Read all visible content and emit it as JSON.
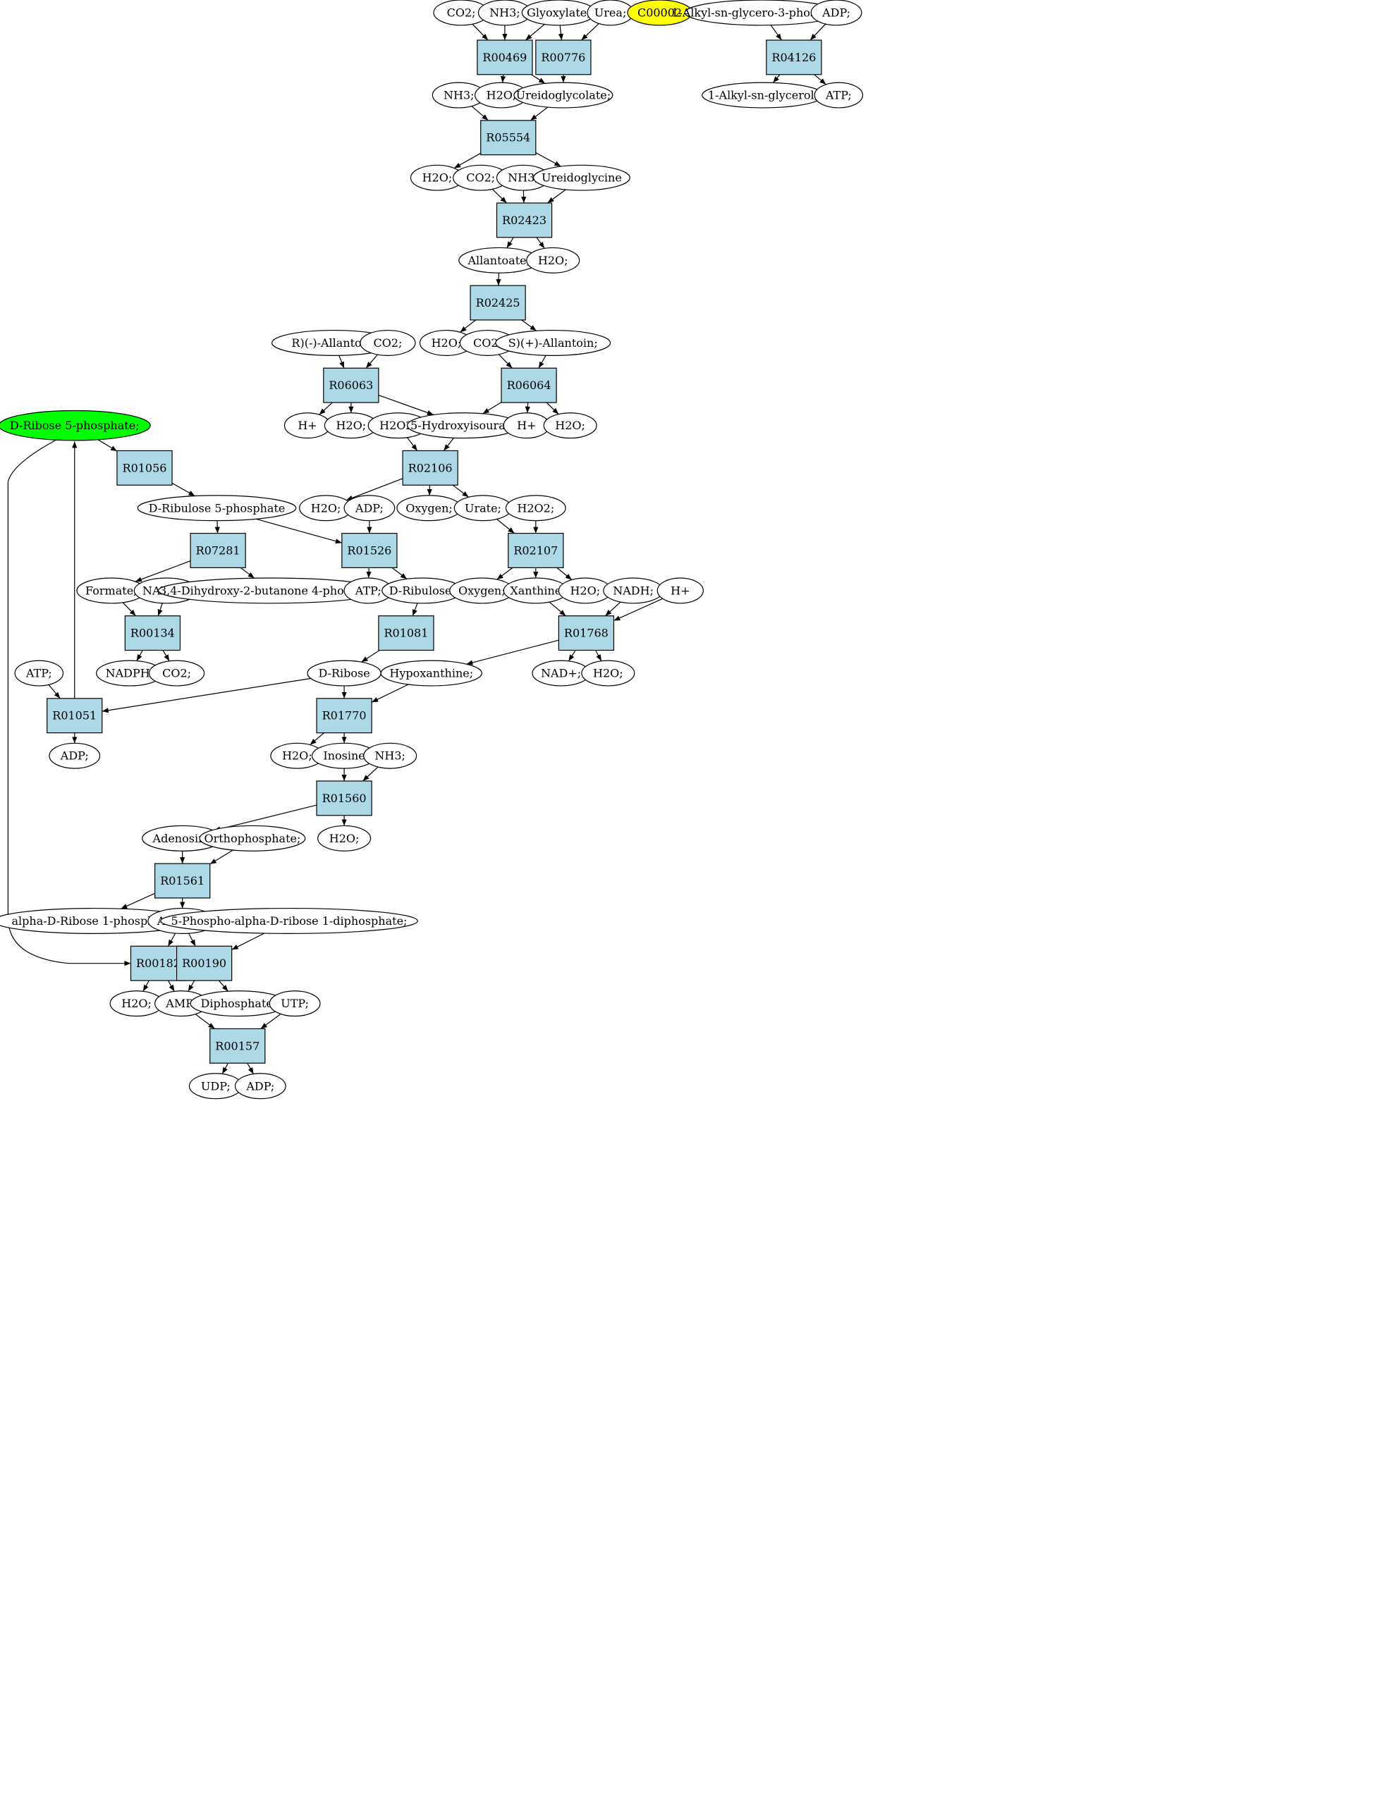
{
  "colors": {
    "reaction_fill": "#add8e6",
    "metabolite_fill": "#ffffff",
    "highlight_start": "#00ff00",
    "highlight_query": "#ffff00",
    "stroke": "#000000"
  },
  "nodes": [
    {
      "id": "r00469",
      "label": "R00469",
      "kind": "reaction"
    },
    {
      "id": "r00776",
      "label": "R00776",
      "kind": "reaction"
    },
    {
      "id": "r04126",
      "label": "R04126",
      "kind": "reaction"
    },
    {
      "id": "r05554",
      "label": "R05554",
      "kind": "reaction"
    },
    {
      "id": "r02423",
      "label": "R02423",
      "kind": "reaction"
    },
    {
      "id": "r02425",
      "label": "R02425",
      "kind": "reaction"
    },
    {
      "id": "r06063",
      "label": "R06063",
      "kind": "reaction"
    },
    {
      "id": "r06064",
      "label": "R06064",
      "kind": "reaction"
    },
    {
      "id": "r01056",
      "label": "R01056",
      "kind": "reaction"
    },
    {
      "id": "r02106",
      "label": "R02106",
      "kind": "reaction"
    },
    {
      "id": "r07281",
      "label": "R07281",
      "kind": "reaction"
    },
    {
      "id": "r01526",
      "label": "R01526",
      "kind": "reaction"
    },
    {
      "id": "r02107",
      "label": "R02107",
      "kind": "reaction"
    },
    {
      "id": "r00134",
      "label": "R00134",
      "kind": "reaction"
    },
    {
      "id": "r01081",
      "label": "R01081",
      "kind": "reaction"
    },
    {
      "id": "r01768",
      "label": "R01768",
      "kind": "reaction"
    },
    {
      "id": "r01051",
      "label": "R01051",
      "kind": "reaction"
    },
    {
      "id": "r01770",
      "label": "R01770",
      "kind": "reaction"
    },
    {
      "id": "r01560",
      "label": "R01560",
      "kind": "reaction"
    },
    {
      "id": "r01561",
      "label": "R01561",
      "kind": "reaction"
    },
    {
      "id": "r00182",
      "label": "R00182",
      "kind": "reaction"
    },
    {
      "id": "r00190",
      "label": "R00190",
      "kind": "reaction"
    },
    {
      "id": "r00157",
      "label": "R00157",
      "kind": "reaction"
    },
    {
      "id": "co2_a",
      "label": "CO2;",
      "kind": "metabolite"
    },
    {
      "id": "nh3_a",
      "label": "NH3;",
      "kind": "metabolite"
    },
    {
      "id": "glyoxylate",
      "label": "Glyoxylate;",
      "kind": "metabolite"
    },
    {
      "id": "urea",
      "label": "Urea;",
      "kind": "metabolite"
    },
    {
      "id": "c00002",
      "label": "C00002",
      "kind": "query"
    },
    {
      "id": "alkyl_g3p",
      "label": "1-Alkyl-sn-glycero-3-phosphate;",
      "kind": "metabolite"
    },
    {
      "id": "adp_a",
      "label": "ADP;",
      "kind": "metabolite"
    },
    {
      "id": "nh3_b",
      "label": "NH3;",
      "kind": "metabolite"
    },
    {
      "id": "h2o_a",
      "label": "H2O;",
      "kind": "metabolite"
    },
    {
      "id": "ureidoglycolate",
      "label": "Ureidoglycolate;",
      "kind": "metabolite"
    },
    {
      "id": "alkyl_glycerol",
      "label": "1-Alkyl-sn-glycerol;",
      "kind": "metabolite"
    },
    {
      "id": "atp_a",
      "label": "ATP;",
      "kind": "metabolite"
    },
    {
      "id": "h2o_b",
      "label": "H2O;",
      "kind": "metabolite"
    },
    {
      "id": "co2_b",
      "label": "CO2;",
      "kind": "metabolite"
    },
    {
      "id": "nh3_c",
      "label": "NH3;",
      "kind": "metabolite"
    },
    {
      "id": "ureidoglycine",
      "label": "Ureidoglycine",
      "kind": "metabolite"
    },
    {
      "id": "allantoate",
      "label": "Allantoate;",
      "kind": "metabolite"
    },
    {
      "id": "h2o_c",
      "label": "H2O;",
      "kind": "metabolite"
    },
    {
      "id": "r_allantoin",
      "label": "R)(-)-Allantoin;",
      "kind": "metabolite"
    },
    {
      "id": "co2_c",
      "label": "CO2;",
      "kind": "metabolite"
    },
    {
      "id": "h2o_d",
      "label": "H2O;",
      "kind": "metabolite"
    },
    {
      "id": "co2_d",
      "label": "CO2;",
      "kind": "metabolite"
    },
    {
      "id": "s_allantoin",
      "label": "S)(+)-Allantoin;",
      "kind": "metabolite"
    },
    {
      "id": "dribose5p",
      "label": "D-Ribose 5-phosphate;",
      "kind": "start"
    },
    {
      "id": "hplus_a",
      "label": "H+",
      "kind": "metabolite"
    },
    {
      "id": "h2o_e",
      "label": "H2O;",
      "kind": "metabolite"
    },
    {
      "id": "h2o2_a",
      "label": "H2O2;",
      "kind": "metabolite"
    },
    {
      "id": "hydroxyisourate",
      "label": "5-Hydroxyisourate",
      "kind": "metabolite"
    },
    {
      "id": "hplus_b",
      "label": "H+",
      "kind": "metabolite"
    },
    {
      "id": "h2o_f",
      "label": "H2O;",
      "kind": "metabolite"
    },
    {
      "id": "dribulose5p",
      "label": "D-Ribulose 5-phosphate",
      "kind": "metabolite"
    },
    {
      "id": "h2o_g",
      "label": "H2O;",
      "kind": "metabolite"
    },
    {
      "id": "adp_b",
      "label": "ADP;",
      "kind": "metabolite"
    },
    {
      "id": "oxygen_a",
      "label": "Oxygen;",
      "kind": "metabolite"
    },
    {
      "id": "urate",
      "label": "Urate;",
      "kind": "metabolite"
    },
    {
      "id": "h2o2_b",
      "label": "H2O2;",
      "kind": "metabolite"
    },
    {
      "id": "formate",
      "label": "Formate;",
      "kind": "metabolite"
    },
    {
      "id": "nadp",
      "label": "NADP+;",
      "kind": "metabolite"
    },
    {
      "id": "dhbp",
      "label": "3,4-Dihydroxy-2-butanone 4-phosphate",
      "kind": "metabolite"
    },
    {
      "id": "atp_b",
      "label": "ATP;",
      "kind": "metabolite"
    },
    {
      "id": "dribulose",
      "label": "D-Ribulose;",
      "kind": "metabolite"
    },
    {
      "id": "oxygen_b",
      "label": "Oxygen;",
      "kind": "metabolite"
    },
    {
      "id": "xanthine",
      "label": "Xanthine",
      "kind": "metabolite"
    },
    {
      "id": "h2o_h",
      "label": "H2O;",
      "kind": "metabolite"
    },
    {
      "id": "nadh",
      "label": "NADH;",
      "kind": "metabolite"
    },
    {
      "id": "hplus_c",
      "label": "H+",
      "kind": "metabolite"
    },
    {
      "id": "atp_c",
      "label": "ATP;",
      "kind": "metabolite"
    },
    {
      "id": "nadph",
      "label": "NADPH;",
      "kind": "metabolite"
    },
    {
      "id": "co2_e",
      "label": "CO2;",
      "kind": "metabolite"
    },
    {
      "id": "dribose",
      "label": "D-Ribose",
      "kind": "metabolite"
    },
    {
      "id": "hypoxanthine",
      "label": "Hypoxanthine;",
      "kind": "metabolite"
    },
    {
      "id": "nad",
      "label": "NAD+;",
      "kind": "metabolite"
    },
    {
      "id": "h2o_i",
      "label": "H2O;",
      "kind": "metabolite"
    },
    {
      "id": "adp_c",
      "label": "ADP;",
      "kind": "metabolite"
    },
    {
      "id": "h2o_j",
      "label": "H2O;",
      "kind": "metabolite"
    },
    {
      "id": "inosine",
      "label": "Inosine",
      "kind": "metabolite"
    },
    {
      "id": "nh3_d",
      "label": "NH3;",
      "kind": "metabolite"
    },
    {
      "id": "adenosine",
      "label": "Adenosine",
      "kind": "metabolite"
    },
    {
      "id": "orthophosphate",
      "label": "Orthophosphate;",
      "kind": "metabolite"
    },
    {
      "id": "h2o_k",
      "label": "H2O;",
      "kind": "metabolite"
    },
    {
      "id": "adr1p",
      "label": "alpha-D-Ribose 1-phosphate;",
      "kind": "metabolite"
    },
    {
      "id": "adenine",
      "label": "Adenine;",
      "kind": "metabolite"
    },
    {
      "id": "prpp",
      "label": "5-Phospho-alpha-D-ribose 1-diphosphate;",
      "kind": "metabolite"
    },
    {
      "id": "h2o_l",
      "label": "H2O;",
      "kind": "metabolite"
    },
    {
      "id": "amp",
      "label": "AMP;",
      "kind": "metabolite"
    },
    {
      "id": "diphosphate",
      "label": "Diphosphate;",
      "kind": "metabolite"
    },
    {
      "id": "utp",
      "label": "UTP;",
      "kind": "metabolite"
    },
    {
      "id": "udp",
      "label": "UDP;",
      "kind": "metabolite"
    },
    {
      "id": "adp_d",
      "label": "ADP;",
      "kind": "metabolite"
    }
  ],
  "edges": [
    [
      "co2_a",
      "r00469"
    ],
    [
      "nh3_a",
      "r00469"
    ],
    [
      "glyoxylate",
      "r00469"
    ],
    [
      "glyoxylate",
      "r00776"
    ],
    [
      "urea",
      "r00776"
    ],
    [
      "r00469",
      "h2o_a"
    ],
    [
      "r00469",
      "ureidoglycolate"
    ],
    [
      "r00776",
      "ureidoglycolate"
    ],
    [
      "alkyl_g3p",
      "r04126"
    ],
    [
      "adp_a",
      "r04126"
    ],
    [
      "r04126",
      "alkyl_glycerol"
    ],
    [
      "r04126",
      "atp_a"
    ],
    [
      "nh3_b",
      "r05554"
    ],
    [
      "ureidoglycolate",
      "r05554"
    ],
    [
      "r05554",
      "h2o_b"
    ],
    [
      "r05554",
      "ureidoglycine"
    ],
    [
      "co2_b",
      "r02423"
    ],
    [
      "nh3_c",
      "r02423"
    ],
    [
      "ureidoglycine",
      "r02423"
    ],
    [
      "r02423",
      "allantoate"
    ],
    [
      "r02423",
      "h2o_c"
    ],
    [
      "allantoate",
      "r02425"
    ],
    [
      "r02425",
      "h2o_d"
    ],
    [
      "r02425",
      "s_allantoin"
    ],
    [
      "r_allantoin",
      "r06063"
    ],
    [
      "co2_c",
      "r06063"
    ],
    [
      "r06063",
      "hplus_a"
    ],
    [
      "r06063",
      "h2o_e"
    ],
    [
      "r06063",
      "hydroxyisourate"
    ],
    [
      "co2_d",
      "r06064"
    ],
    [
      "s_allantoin",
      "r06064"
    ],
    [
      "r06064",
      "hydroxyisourate"
    ],
    [
      "r06064",
      "hplus_b"
    ],
    [
      "r06064",
      "h2o_f"
    ],
    [
      "dribose5p",
      "r01056"
    ],
    [
      "r01056",
      "dribulose5p"
    ],
    [
      "h2o2_a",
      "r02106"
    ],
    [
      "hydroxyisourate",
      "r02106"
    ],
    [
      "r02106",
      "h2o_g"
    ],
    [
      "r02106",
      "oxygen_a"
    ],
    [
      "r02106",
      "urate"
    ],
    [
      "dribulose5p",
      "r07281"
    ],
    [
      "dribulose5p",
      "r01526"
    ],
    [
      "adp_b",
      "r01526"
    ],
    [
      "urate",
      "r02107"
    ],
    [
      "h2o2_b",
      "r02107"
    ],
    [
      "r07281",
      "formate"
    ],
    [
      "r07281",
      "dhbp"
    ],
    [
      "r01526",
      "atp_b"
    ],
    [
      "r01526",
      "dribulose"
    ],
    [
      "r02107",
      "oxygen_b"
    ],
    [
      "r02107",
      "xanthine"
    ],
    [
      "r02107",
      "h2o_h"
    ],
    [
      "formate",
      "r00134"
    ],
    [
      "nadp",
      "r00134"
    ],
    [
      "dribulose",
      "r01081"
    ],
    [
      "xanthine",
      "r01768"
    ],
    [
      "nadh",
      "r01768"
    ],
    [
      "hplus_c",
      "r01768"
    ],
    [
      "r00134",
      "nadph"
    ],
    [
      "r00134",
      "co2_e"
    ],
    [
      "r01081",
      "dribose"
    ],
    [
      "r01768",
      "hypoxanthine"
    ],
    [
      "r01768",
      "nad"
    ],
    [
      "r01768",
      "h2o_i"
    ],
    [
      "atp_c",
      "r01051"
    ],
    [
      "dribose",
      "r01051"
    ],
    [
      "r01051",
      "dribose5p"
    ],
    [
      "r01051",
      "adp_c"
    ],
    [
      "dribose",
      "r01770"
    ],
    [
      "hypoxanthine",
      "r01770"
    ],
    [
      "r01770",
      "h2o_j"
    ],
    [
      "r01770",
      "inosine"
    ],
    [
      "inosine",
      "r01560"
    ],
    [
      "nh3_d",
      "r01560"
    ],
    [
      "r01560",
      "adenosine"
    ],
    [
      "r01560",
      "h2o_k"
    ],
    [
      "adenosine",
      "r01561"
    ],
    [
      "orthophosphate",
      "r01561"
    ],
    [
      "r01561",
      "adr1p"
    ],
    [
      "r01561",
      "adenine"
    ],
    [
      "dribose5p",
      "r00182"
    ],
    [
      "adenine",
      "r00182"
    ],
    [
      "adenine",
      "r00190"
    ],
    [
      "prpp",
      "r00190"
    ],
    [
      "r00182",
      "h2o_l"
    ],
    [
      "r00182",
      "amp"
    ],
    [
      "r00190",
      "amp"
    ],
    [
      "r00190",
      "diphosphate"
    ],
    [
      "amp",
      "r00157"
    ],
    [
      "utp",
      "r00157"
    ],
    [
      "r00157",
      "udp"
    ],
    [
      "r00157",
      "adp_d"
    ]
  ]
}
